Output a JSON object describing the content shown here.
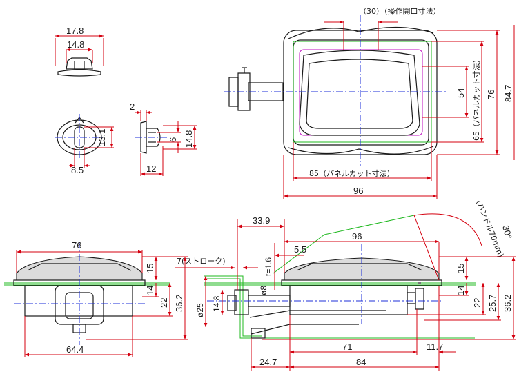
{
  "colors": {
    "dimension": "#d4000f",
    "outline": "#1a1a1a",
    "centerline": "#1d2fd8",
    "panel": "#1fb81f",
    "opening": "#c010c0"
  },
  "top_small": {
    "w_outer": "17.8",
    "w_inner": "14.8"
  },
  "front_small": {
    "h": "13.1",
    "w": "8.5"
  },
  "side_small": {
    "t": "2",
    "h_inner": "6",
    "h_outer": "14.8",
    "w": "12"
  },
  "top_view": {
    "note_open": "（30）（操作開口寸法）",
    "h_54": "54",
    "h_65": "65（パネルカット寸法）",
    "h_76": "76",
    "h_847": "84.7",
    "w_85": "85（パネルカット寸法）",
    "w_96": "96"
  },
  "front_view": {
    "w_76": "76",
    "h_15": "15",
    "h_14": "14",
    "h_22": "22",
    "h_362": "36.2",
    "w_644": "64.4"
  },
  "side_view": {
    "d_339": "33.9",
    "d_96": "96",
    "d_stroke": "7(ストローク)",
    "d_t": "t=1.6",
    "d_55": "5.5",
    "d_phi8": "ø8",
    "d_phi25": "ø25",
    "d_148": "14.8",
    "h_15": "15",
    "h_14": "14",
    "h_22": "22",
    "h_257": "25.7",
    "h_362": "36.2",
    "d_71": "71",
    "d_117": "11.7",
    "d_247": "24.7",
    "d_84": "84",
    "angle": "30°",
    "angle_note": "(ハンドル70mm)"
  }
}
